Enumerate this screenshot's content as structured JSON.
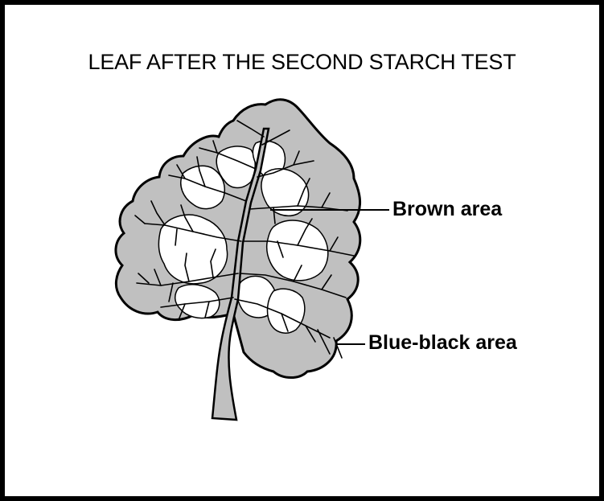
{
  "title": "LEAF AFTER THE SECOND STARCH TEST",
  "labels": {
    "brown": "Brown area",
    "blue_black": "Blue-black area"
  },
  "colors": {
    "blue_black_area": "#c0c0c0",
    "brown_area": "#ffffff",
    "outline": "#000000"
  }
}
